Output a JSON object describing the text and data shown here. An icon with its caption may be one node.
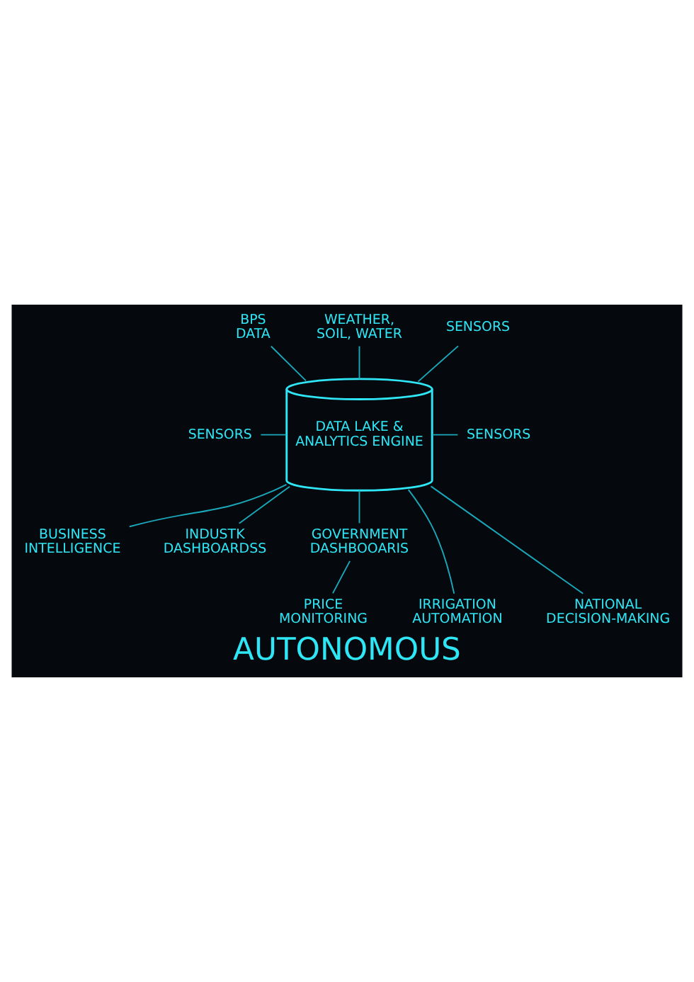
{
  "diagram": {
    "caption": "AUTONOMOUS",
    "nodes": [
      {
        "text": [
          "BPS DATA"
        ]
      },
      {
        "text": [
          "WEATHER, SOIL, WATER"
        ]
      },
      {
        "text": [
          "SENSORS"
        ]
      },
      {
        "text": [
          "SENSORS"
        ]
      },
      {
        "text": [
          "DATA LAKE & ANALYTICS ENGINE"
        ]
      },
      {
        "text": [
          "SENSORS"
        ]
      },
      {
        "text": [
          "BUSINESS INTELLIGENCE"
        ]
      },
      {
        "text": [
          "INDUSTK DASHBOARDSS"
        ]
      },
      {
        "text": [
          "GOVERNMENT DASHBOOARIS"
        ]
      },
      {
        "text": [
          "IRRIGATION AUTOMATION"
        ]
      },
      {
        "text": [
          "PRICE MONITORING"
        ]
      },
      {
        "text": [
          "NATIONAL DECISION-MAKING"
        ]
      }
    ],
    "edges": [
      {
        "from": 0,
        "to": 4,
        "arrow": "none"
      },
      {
        "from": 1,
        "to": 4,
        "arrow": "none"
      },
      {
        "from": 2,
        "to": 4,
        "arrow": "none"
      },
      {
        "from": 3,
        "to": 4,
        "arrow": "none"
      },
      {
        "from": 4,
        "to": 5,
        "arrow": "none"
      },
      {
        "from": 4,
        "to": 6,
        "arrow": "none"
      },
      {
        "from": 4,
        "to": 7,
        "arrow": "none"
      },
      {
        "from": 4,
        "to": 8,
        "arrow": "none"
      },
      {
        "from": 4,
        "to": 9,
        "arrow": "none"
      },
      {
        "from": 8,
        "to": 10,
        "arrow": "none"
      },
      {
        "from": 4,
        "to": 11,
        "arrow": "none"
      }
    ]
  }
}
